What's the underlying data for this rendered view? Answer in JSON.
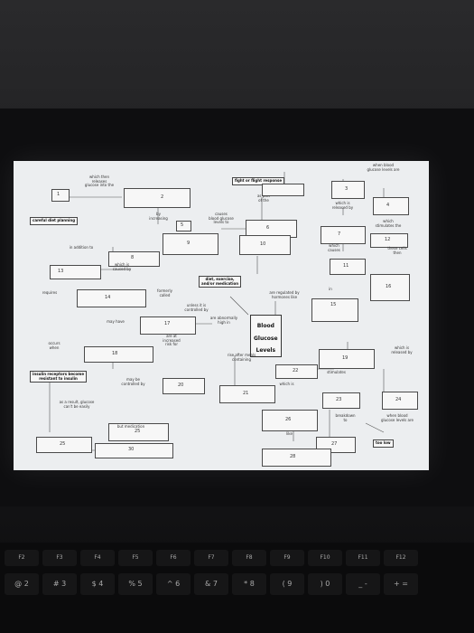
{
  "diagram": {
    "center": {
      "line1": "Blood",
      "line2": "Glucose",
      "line3": "Levels"
    },
    "fight": "fight or flight response",
    "careful": "careful diet planning",
    "diet": "diet, exercise,\nand/or medication",
    "insulin": "insulin receptors become\nresistant to insulin",
    "toolow": "too low",
    "labels": {
      "whichthen": "which then\nreleases\nglucose into the",
      "whenblood_top": "when blood\nglucose levels are",
      "aspart": "as part\nof the",
      "whichreleased": "which is\nreleased by",
      "by": "by\nincreasing",
      "causes": "causes\nblood glucose\nlevels to",
      "which_stim": "which\nstimulates the",
      "released_by": "released\nby the",
      "which_causes": "which\ncauses",
      "inaddition": "in addition to",
      "whichis_caused": "which is\ncaused by",
      "thesecells": "these cells\nthen",
      "requires": "requires",
      "formerly": "formerly\ncalled",
      "regulated": "are regulated by\nhormones like",
      "unless": "unless it is\ncontrolled by",
      "mayhave": "may have",
      "abnormally": "are abnormally\nhigh in",
      "increased": "are at\nincreased\nrisk for",
      "riseafter": "rise after meals\ncontaining",
      "whichreleased2": "which is\nreleased by",
      "stimulates": "stimulates",
      "occurs": "occurs\nwhen",
      "maybe": "may be\ncontrolled by",
      "whichis": "which is",
      "asresult": "as a result, glucose\ncan't be easily",
      "breakdown": "breakdown\nto",
      "whenblood_low": "when blood\nglucose levels are",
      "butmed": "but medication",
      "like": "like"
    },
    "boxes": [
      "1",
      "2",
      "3",
      "4",
      "5",
      "6",
      "7",
      "8",
      "9",
      "10",
      "11",
      "12",
      "13",
      "14",
      "15",
      "16",
      "17",
      "18",
      "19",
      "20",
      "21",
      "22",
      "23",
      "24",
      "25",
      "26",
      "27",
      "28"
    ]
  },
  "keyboard": {
    "fkeys": [
      "F2",
      "F3",
      "F4",
      "F5",
      "F6",
      "F7",
      "F8",
      "F9",
      "F10",
      "F11",
      "F12"
    ],
    "numrow": [
      "2",
      "3",
      "4",
      "5",
      "6",
      "7",
      "8",
      "9",
      "0",
      "-",
      "="
    ],
    "symrow": [
      "@",
      "#",
      "$",
      "%",
      "^",
      "&",
      "*",
      "(",
      ")",
      "_",
      "+"
    ]
  },
  "colors": {
    "screen": "#eceef0",
    "bezel": "#0e0e10",
    "ink": "#333333"
  }
}
